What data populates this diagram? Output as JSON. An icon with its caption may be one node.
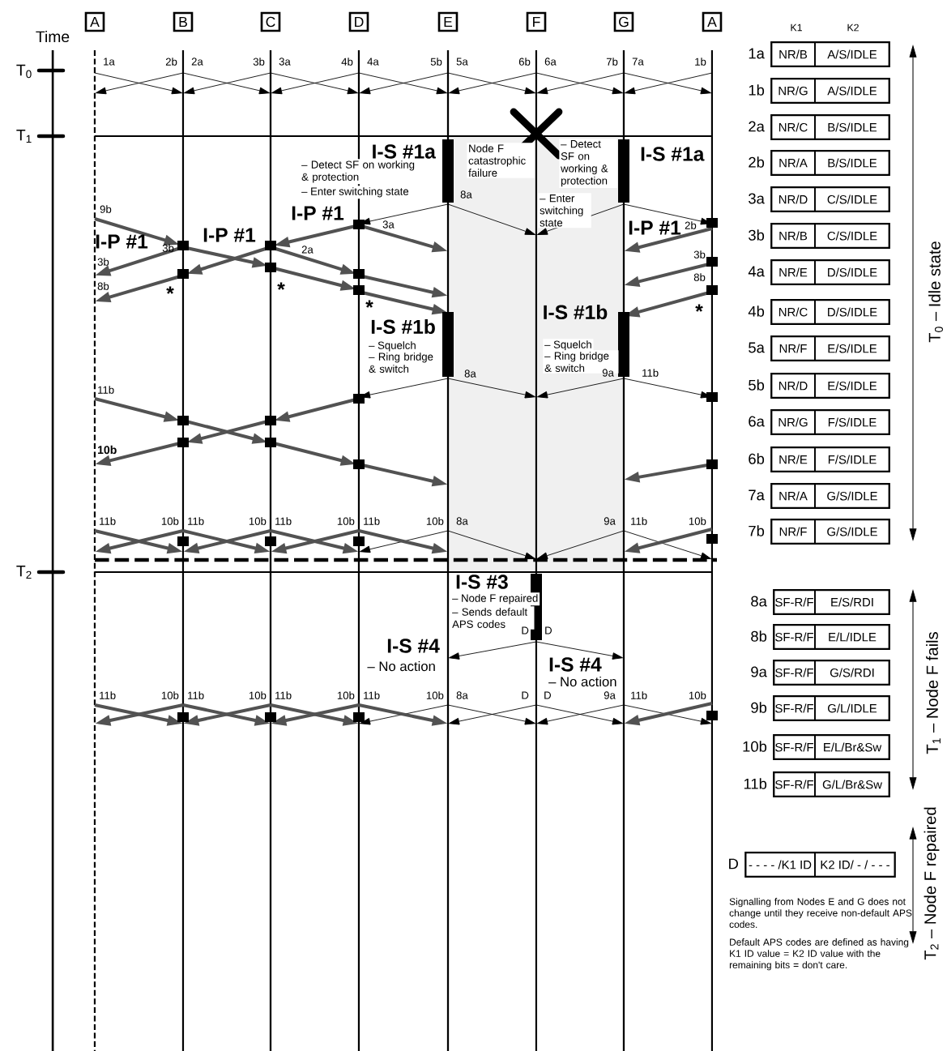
{
  "diagram": {
    "nodes": [
      {
        "text": [
          "A"
        ]
      },
      {
        "text": [
          "B"
        ]
      },
      {
        "text": [
          "C"
        ]
      },
      {
        "text": [
          "D"
        ]
      },
      {
        "text": [
          "E"
        ]
      },
      {
        "text": [
          "F"
        ]
      },
      {
        "text": [
          "G"
        ]
      },
      {
        "text": [
          "A"
        ]
      },
      {
        "text": [
          "NR/B",
          "A/S/IDLE"
        ],
        "beside": [
          "1a"
        ]
      },
      {
        "text": [
          "NR/G",
          "A/S/IDLE"
        ],
        "beside": [
          "1b"
        ]
      },
      {
        "text": [
          "NR/C",
          "B/S/IDLE"
        ],
        "beside": [
          "2a"
        ]
      },
      {
        "text": [
          "NR/A",
          "B/S/IDLE"
        ],
        "beside": [
          "2b"
        ]
      },
      {
        "text": [
          "NR/D",
          "C/S/IDLE"
        ],
        "beside": [
          "3a"
        ]
      },
      {
        "text": [
          "NR/B",
          "C/S/IDLE"
        ],
        "beside": [
          "3b"
        ]
      },
      {
        "text": [
          "NR/E",
          "D/S/IDLE"
        ],
        "beside": [
          "4a"
        ]
      },
      {
        "text": [
          "NR/C",
          "D/S/IDLE"
        ],
        "beside": [
          "4b"
        ]
      },
      {
        "text": [
          "NR/F",
          "E/S/IDLE"
        ],
        "beside": [
          "5a"
        ]
      },
      {
        "text": [
          "NR/D",
          "E/S/IDLE"
        ],
        "beside": [
          "5b"
        ]
      },
      {
        "text": [
          "NR/G",
          "F/S/IDLE"
        ],
        "beside": [
          "6a"
        ]
      },
      {
        "text": [
          "NR/E",
          "F/S/IDLE"
        ],
        "beside": [
          "6b"
        ]
      },
      {
        "text": [
          "NR/A",
          "G/S/IDLE"
        ],
        "beside": [
          "7a"
        ]
      },
      {
        "text": [
          "NR/F",
          "G/S/IDLE"
        ],
        "beside": [
          "7b"
        ]
      },
      {
        "text": [
          "SF-R/F",
          "E/S/RDI"
        ],
        "beside": [
          "8a"
        ]
      },
      {
        "text": [
          "SF-R/F",
          "E/L/IDLE"
        ],
        "beside": [
          "8b"
        ]
      },
      {
        "text": [
          "SF-R/F",
          "G/S/RDI"
        ],
        "beside": [
          "9a"
        ]
      },
      {
        "text": [
          "SF-R/F",
          "G/L/IDLE"
        ],
        "beside": [
          "9b"
        ]
      },
      {
        "text": [
          "SF-R/F",
          "E/L/Br&Sw"
        ],
        "beside": [
          "10b"
        ]
      },
      {
        "text": [
          "SF-R/F",
          "G/L/Br&Sw"
        ],
        "beside": [
          "11b"
        ]
      },
      {
        "text": [
          "- - - - /K1 ID",
          "K2 ID/ - / - - -"
        ],
        "beside": [
          "D"
        ]
      }
    ],
    "labels": [
      "Time",
      "T$_{0}$",
      "T$_{1}$",
      "T$_{2}$",
      "K1",
      "K2",
      "1a",
      "2b",
      "2a",
      "3b",
      "3a",
      "4b",
      "4a",
      "5b",
      "5a",
      "6b",
      "6a",
      "7b",
      "7a",
      "1b",
      "I-S #1a",
      "– Detect SF on working & protection",
      "– Enter switching state",
      "Node F catastrophic failure",
      "– Detect SF on working & protection",
      "– Enter switching state",
      "I-S #1a",
      "8a",
      "I-P #1",
      "3a",
      "I-P #1",
      "2b",
      "9b",
      "I-P #1",
      "I-P #1",
      "3b",
      "2a",
      "3b",
      "3b",
      "8b",
      "8b",
      "*",
      "*",
      "*",
      "*",
      "I-S #1b",
      "I-S #1b",
      "– Squelch",
      "– Ring bridge & switch",
      "– Squelch",
      "– Ring bridge & switch",
      "8a",
      "9a",
      "11b",
      "11b",
      "10b",
      "11b",
      "10b",
      "11b",
      "10b",
      "11b",
      "10b",
      "11b",
      "10b",
      "8a",
      "9a",
      "11b",
      "10b",
      "I-S #3",
      "– Node F repaired",
      "– Sends default APS codes",
      "D",
      "D",
      "I-S #4",
      "– No action",
      "I-S #4",
      "– No action",
      "11b",
      "10b",
      "11b",
      "10b",
      "11b",
      "10b",
      "11b",
      "10b",
      "8a",
      "D",
      "D",
      "9a",
      "11b",
      "10b",
      "T$_{0}$ – Idle state",
      "T$_{1}$ – Node F fails",
      "T$_{2}$ – Node F repaired",
      "Signalling from Nodes E and G does not change until they receive non-default APS codes.",
      "Default APS codes are defined as having K1 ID value = K2 ID value with the remaining bits = don't care."
    ]
  }
}
